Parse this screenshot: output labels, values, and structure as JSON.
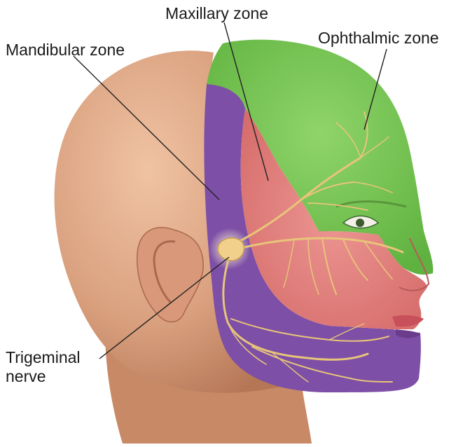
{
  "labels": {
    "maxillary": "Maxillary zone",
    "ophthalmic": "Ophthalmic zone",
    "mandibular": "Mandibular zone",
    "trigeminal_line1": "Trigeminal",
    "trigeminal_line2": "nerve"
  },
  "colors": {
    "skin": "#d9a07e",
    "skin_shadow": "#b97a58",
    "ophthalmic_zone": "#6cc04a",
    "maxillary_zone": "#e07a78",
    "mandibular_zone": "#7d4fa6",
    "nerve": "#e8c57a",
    "leader_line": "#222222"
  }
}
